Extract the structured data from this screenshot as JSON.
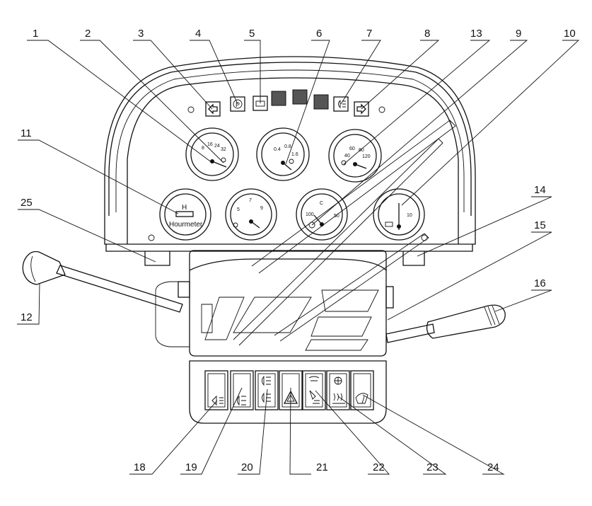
{
  "callouts": [
    {
      "id": "1",
      "label": "1"
    },
    {
      "id": "2",
      "label": "2"
    },
    {
      "id": "3",
      "label": "3"
    },
    {
      "id": "4",
      "label": "4"
    },
    {
      "id": "5",
      "label": "5"
    },
    {
      "id": "6",
      "label": "6"
    },
    {
      "id": "7",
      "label": "7"
    },
    {
      "id": "8",
      "label": "8"
    },
    {
      "id": "13",
      "label": "13"
    },
    {
      "id": "9",
      "label": "9"
    },
    {
      "id": "10",
      "label": "10"
    },
    {
      "id": "11",
      "label": "11"
    },
    {
      "id": "14",
      "label": "14"
    },
    {
      "id": "25",
      "label": "25"
    },
    {
      "id": "15",
      "label": "15"
    },
    {
      "id": "16",
      "label": "16"
    },
    {
      "id": "12",
      "label": "12"
    },
    {
      "id": "18",
      "label": "18"
    },
    {
      "id": "19",
      "label": "19"
    },
    {
      "id": "20",
      "label": "20"
    },
    {
      "id": "21",
      "label": "21"
    },
    {
      "id": "22",
      "label": "22"
    },
    {
      "id": "23",
      "label": "23"
    },
    {
      "id": "24",
      "label": "24"
    }
  ],
  "gauges": {
    "g1": {
      "ticks": [
        "8",
        "16",
        "24",
        "32"
      ]
    },
    "g2": {
      "ticks": [
        "0.4",
        "0.8",
        "1.6"
      ]
    },
    "g3": {
      "ticks": [
        "40",
        "60",
        "80",
        "120"
      ]
    },
    "g4": {
      "ticks": [
        "5",
        "7",
        "9"
      ]
    },
    "g5": {
      "ticks": [
        "C",
        "50",
        "100"
      ]
    },
    "g6": {
      "ticks": [
        "10"
      ]
    }
  },
  "hourmeter": {
    "letter": "H",
    "label": "Hourmeter"
  }
}
